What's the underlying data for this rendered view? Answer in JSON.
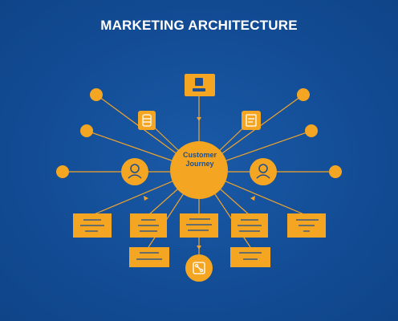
{
  "title": "MARKETING ARCHITECTURE",
  "hub": {
    "label_line1": "Customer",
    "label_line2": "Journey"
  },
  "colors": {
    "background": "#134d96",
    "accent": "#f4a623",
    "line": "#f2a52a",
    "icon": "#1d4e8f"
  },
  "icons": {
    "top": "profile-icon",
    "upper_left": "database-icon",
    "upper_right": "document-icon",
    "mid_left": "user-icon",
    "mid_right": "user-icon",
    "bottom": "network-icon"
  }
}
